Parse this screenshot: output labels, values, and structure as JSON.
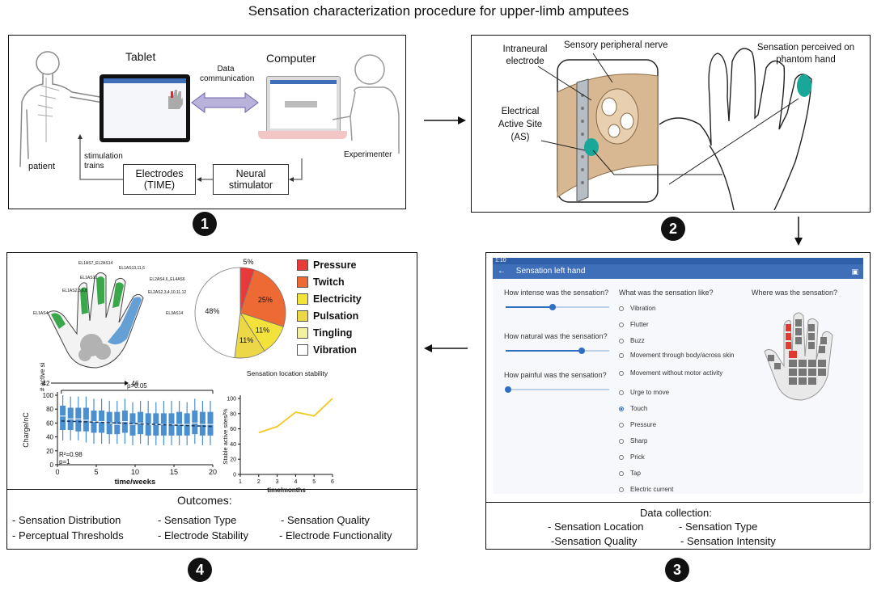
{
  "title": "Sensation characterization procedure for upper-limb amputees",
  "panel1": {
    "tablet_label": "Tablet",
    "computer_label": "Computer",
    "data_comm": "Data communication",
    "patient_label": "patient",
    "experimenter_label": "Experimenter",
    "stim_trains": "stimulation trains",
    "electrodes_line1": "Electrodes",
    "electrodes_line2": "(TIME)",
    "neural_line1": "Neural",
    "neural_line2": "stimulator",
    "number": "1"
  },
  "panel2": {
    "intraneural": "Intraneural electrode",
    "sensory_nerve": "Sensory peripheral nerve",
    "sensation_phantom": "Sensation perceived on phantom hand",
    "active_site": "Electrical Active Site (AS)",
    "number": "2"
  },
  "panel3": {
    "status_time": "1:10",
    "app_title": "Sensation left hand",
    "q_intense": "How intense was the sensation?",
    "q_natural": "How natural was the sensation?",
    "q_painful": "How painful was the sensation?",
    "q_like": "What was the sensation like?",
    "q_where": "Where was the sensation?",
    "options": [
      "Vibration",
      "Flutter",
      "Buzz",
      "Movement through body/across skin",
      "Movement without motor activity",
      "Urge to move",
      "Touch",
      "Pressure",
      "Sharp",
      "Prick",
      "Tap",
      "Electric current"
    ],
    "selected_option": "Touch",
    "slider_intense": 0.45,
    "slider_natural": 0.72,
    "slider_painful": 0.02,
    "data_collection_title": "Data collection:",
    "dc_items": [
      "- Sensation Location",
      "- Sensation Type",
      "-Sensation Quality",
      "- Sensation Intensity"
    ],
    "number": "3"
  },
  "panel4": {
    "site_labels": [
      "EL1AS7_EL2AS14",
      "EL1AS13,11,6",
      "EL1AS10",
      "EL2AS4,6_EL4AS6",
      "EL1AS2,3,6,8",
      "EL2AS2,3,4,10,11,12",
      "EL1AS4",
      "EL3AS14"
    ],
    "outcomes_title": "Outcomes:",
    "outcomes": [
      "- Sensation Distribution",
      "- Sensation Type",
      "- Sensation Quality",
      "- Perceptual Thresholds",
      "- Electrode Stability",
      "- Electrode Functionality"
    ],
    "number": "4",
    "colors": {
      "pressure": "#e83a3a",
      "twitch": "#ee6a34",
      "electricity": "#f3e23a",
      "pulsation": "#ecd846",
      "tingling": "#f3f0a0",
      "vibration": "#ffffff",
      "box_blue": "#4a8fd0"
    }
  },
  "chart_data": [
    {
      "type": "pie",
      "labels": [
        "Pressure",
        "Twitch",
        "Electricity",
        "Pulsation",
        "Tingling",
        "Vibration"
      ],
      "values": [
        5,
        25,
        11,
        11,
        0,
        48
      ],
      "slice_labels": [
        "5%",
        "25%",
        "11%",
        "11%",
        "",
        "48%"
      ],
      "legend": [
        "Pressure",
        "Twitch",
        "Electricity",
        "Pulsation",
        "Tingling",
        "Vibration"
      ],
      "legend_position": "right"
    },
    {
      "type": "box",
      "xlabel": "time/weeks",
      "ylabel": "Charge/nC",
      "x": [
        1,
        2,
        3,
        4,
        5,
        6,
        7,
        8,
        9,
        10,
        11,
        12,
        13,
        14,
        15,
        16,
        17,
        18,
        19,
        20
      ],
      "median": [
        70,
        66,
        66,
        64,
        62,
        62,
        60,
        58,
        62,
        58,
        60,
        58,
        58,
        58,
        58,
        58,
        58,
        60,
        58,
        58
      ],
      "q1": [
        50,
        50,
        48,
        48,
        46,
        46,
        44,
        44,
        46,
        42,
        44,
        42,
        42,
        42,
        42,
        42,
        42,
        44,
        42,
        42
      ],
      "q3": [
        85,
        82,
        82,
        82,
        78,
        78,
        76,
        76,
        78,
        74,
        76,
        74,
        74,
        74,
        74,
        76,
        74,
        78,
        76,
        76
      ],
      "lo": [
        35,
        35,
        35,
        32,
        30,
        30,
        30,
        30,
        30,
        28,
        30,
        28,
        28,
        28,
        28,
        28,
        28,
        30,
        28,
        28
      ],
      "hi": [
        100,
        98,
        98,
        98,
        95,
        95,
        92,
        92,
        95,
        90,
        92,
        92,
        90,
        92,
        92,
        92,
        90,
        95,
        92,
        92
      ],
      "trend": [
        63,
        55
      ],
      "ylim": [
        0,
        100
      ],
      "xlim": [
        0,
        20
      ],
      "yticks": [
        0,
        20,
        40,
        60,
        80,
        100
      ],
      "xticks": [
        0,
        5,
        10,
        15,
        20
      ],
      "stats": [
        "R²=0.98",
        "p=1"
      ],
      "pvalue": "p>0.05",
      "active_sites_label": "# active sites",
      "active_sites": [
        "42",
        "46"
      ]
    },
    {
      "type": "line",
      "title": "Sensation location stability",
      "xlabel": "time/months",
      "ylabel": "Stable active sites/%",
      "x": [
        2,
        3,
        4,
        5,
        6
      ],
      "y": [
        55,
        63,
        82,
        77,
        100
      ],
      "xlim": [
        1,
        6
      ],
      "ylim": [
        0,
        100
      ],
      "xticks": [
        1,
        2,
        3,
        4,
        5,
        6
      ],
      "yticks": [
        0,
        20,
        40,
        60,
        80,
        100
      ],
      "color": "#f2c81c"
    }
  ]
}
